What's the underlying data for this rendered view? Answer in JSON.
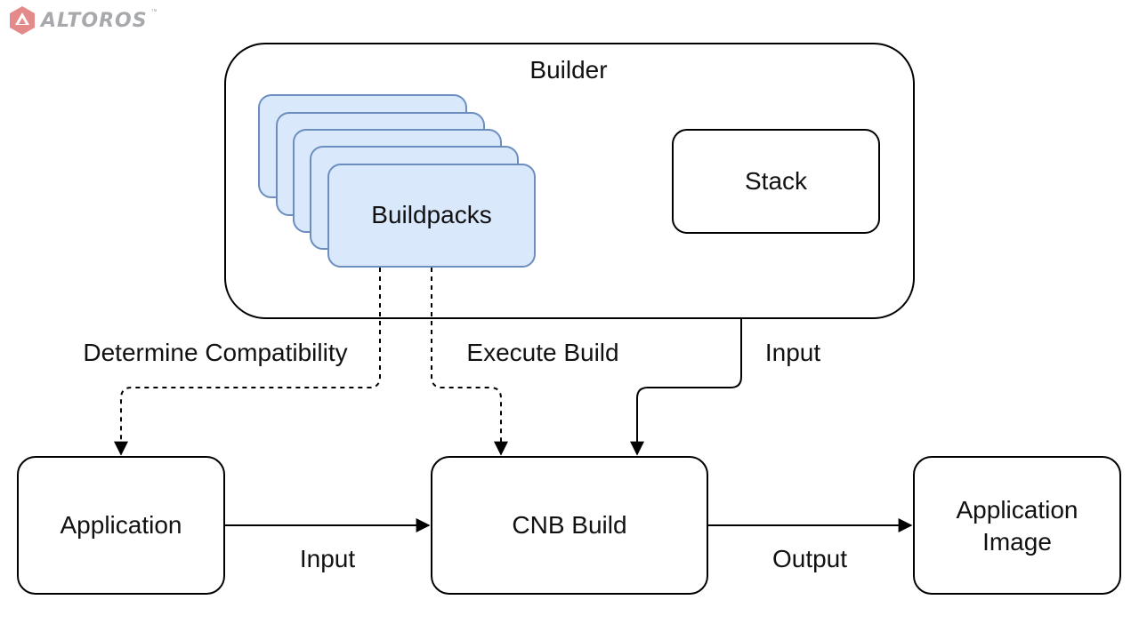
{
  "brand": {
    "name": "ALTOROS",
    "trademark": "™",
    "logo_icon": "hexagon-logo-icon",
    "accent_color": "#e58a8a"
  },
  "diagram": {
    "builder": {
      "label": "Builder"
    },
    "buildpacks": {
      "label": "Buildpacks",
      "fill": "#dae8fc",
      "stroke": "#6c8ebf"
    },
    "stack": {
      "label": "Stack"
    },
    "application": {
      "label": "Application"
    },
    "cnb_build": {
      "label": "CNB Build"
    },
    "application_image": {
      "label_line1": "Application",
      "label_line2": "Image"
    },
    "edges": {
      "determine_compatibility": "Determine Compatibility",
      "execute_build": "Execute Build",
      "stack_input": "Input",
      "app_input": "Input",
      "output": "Output"
    }
  }
}
